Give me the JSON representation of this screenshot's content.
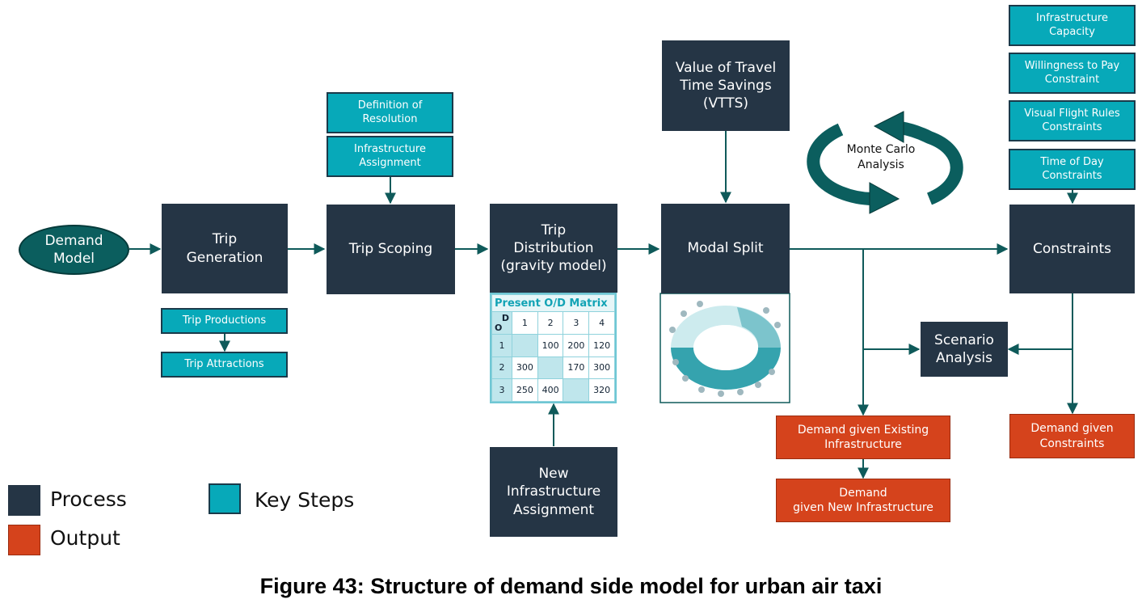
{
  "nodes": {
    "demand_model": "Demand\nModel",
    "trip_generation": "Trip\nGeneration",
    "trip_scoping": "Trip Scoping",
    "trip_distribution": "Trip\nDistribution\n(gravity model)",
    "modal_split": "Modal Split",
    "vtts": "Value of Travel\nTime Savings\n(VTTS)",
    "constraints": "Constraints",
    "scenario_analysis": "Scenario\nAnalysis",
    "new_infrastructure_assignment": "New\nInfrastructure\nAssignment",
    "monte_carlo": "Monte Carlo\nAnalysis"
  },
  "key_steps": {
    "definition_of_resolution": "Definition of\nResolution",
    "infrastructure_assignment": "Infrastructure\nAssignment",
    "trip_productions": "Trip Productions",
    "trip_attractions": "Trip Attractions",
    "infrastructure_capacity": "Infrastructure\nCapacity",
    "willingness_to_pay": "Willingness to Pay\nConstraint",
    "visual_flight_rules": "Visual Flight Rules\nConstraints",
    "time_of_day": "Time of Day\nConstraints"
  },
  "outputs": {
    "demand_existing": "Demand given Existing\nInfrastructure",
    "demand_new": "Demand\ngiven New Infrastructure",
    "demand_constraints": "Demand given\nConstraints"
  },
  "od_matrix": {
    "title": "Present O/D Matrix",
    "col_header_d": "D",
    "row_header_o": "O",
    "columns": [
      "1",
      "2",
      "3",
      "4"
    ],
    "rows": [
      {
        "label": "1",
        "cells": [
          "",
          "100",
          "200",
          "120"
        ]
      },
      {
        "label": "2",
        "cells": [
          "300",
          "",
          "170",
          "300"
        ]
      },
      {
        "label": "3",
        "cells": [
          "250",
          "400",
          "",
          "320"
        ]
      }
    ]
  },
  "legend": {
    "process": "Process",
    "key_steps": "Key Steps",
    "output": "Output"
  },
  "colors": {
    "process": "#253545",
    "key_step": "#07a9b9",
    "output": "#d5431c",
    "ellipse": "#0b5e5e",
    "connector": "#0f5a5a"
  },
  "caption": "Figure 43: Structure of demand side model for urban air taxi"
}
